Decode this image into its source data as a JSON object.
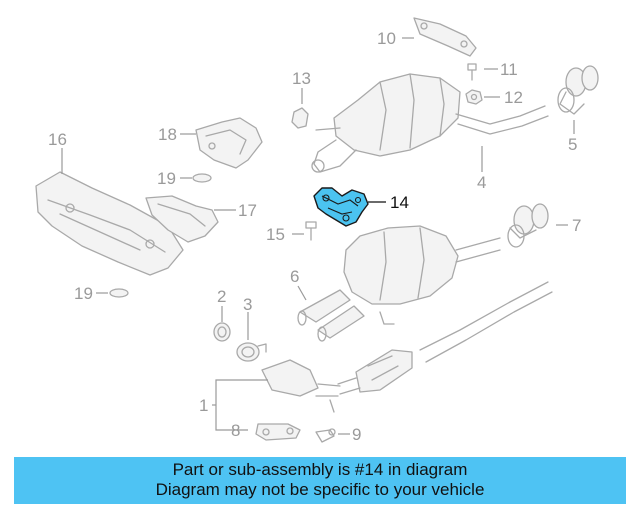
{
  "diagram": {
    "highlight_color": "#4bc3f0",
    "callouts": [
      {
        "id": "c1",
        "text": "1"
      },
      {
        "id": "c2",
        "text": "2"
      },
      {
        "id": "c3",
        "text": "3"
      },
      {
        "id": "c4",
        "text": "4"
      },
      {
        "id": "c5",
        "text": "5"
      },
      {
        "id": "c6",
        "text": "6"
      },
      {
        "id": "c7",
        "text": "7"
      },
      {
        "id": "c8",
        "text": "8"
      },
      {
        "id": "c9",
        "text": "9"
      },
      {
        "id": "c10",
        "text": "10"
      },
      {
        "id": "c11",
        "text": "11"
      },
      {
        "id": "c12",
        "text": "12"
      },
      {
        "id": "c13",
        "text": "13"
      },
      {
        "id": "c14",
        "text": "14"
      },
      {
        "id": "c15",
        "text": "15"
      },
      {
        "id": "c16",
        "text": "16"
      },
      {
        "id": "c17",
        "text": "17"
      },
      {
        "id": "c18",
        "text": "18"
      },
      {
        "id": "c19a",
        "text": "19"
      },
      {
        "id": "c19b",
        "text": "19"
      }
    ]
  },
  "banner": {
    "line1": "Part or sub-assembly is #14 in diagram",
    "line2": "Diagram may not be specific to your vehicle",
    "color": "#4ec3f3"
  }
}
